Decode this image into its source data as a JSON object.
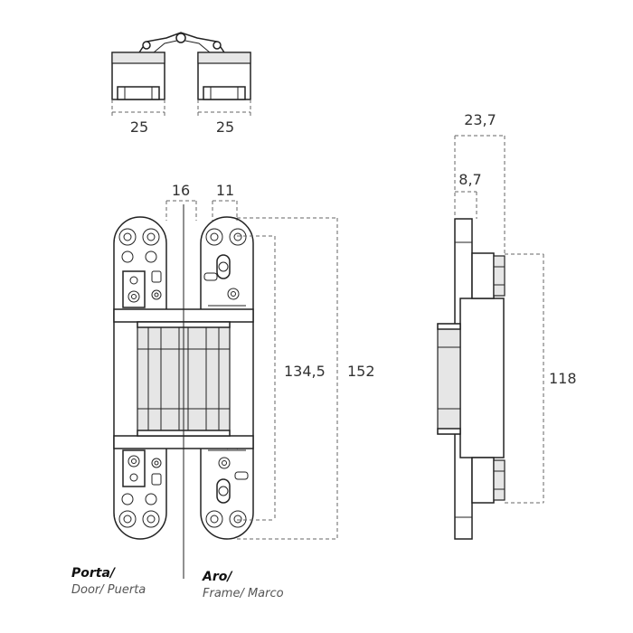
{
  "dimensions": {
    "top_left_width": "25",
    "top_right_width": "25",
    "pin_offset": "16",
    "screw_offset": "11",
    "inner_length": "134,5",
    "total_length": "152",
    "side_depth": "23,7",
    "side_plate": "8,7",
    "side_body": "118"
  },
  "labels": {
    "door_title": "Porta/",
    "door_sub": "Door/ Puerta",
    "frame_title": "Aro/",
    "frame_sub": "Frame/ Marco"
  }
}
